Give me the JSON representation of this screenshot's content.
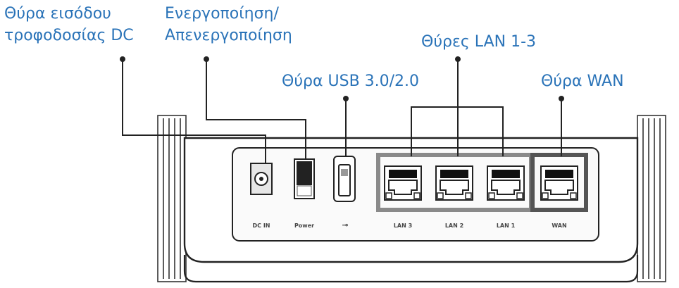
{
  "callouts": {
    "dc_power_input": {
      "line1": "Θύρα εισόδου",
      "line2": "τροφοδοσίας DC"
    },
    "power_switch": {
      "line1": "Ενεργοποίηση/",
      "line2": "Απενεργοποίηση"
    },
    "lan_ports": {
      "text": "Θύρες LAN 1-3"
    },
    "usb_port": {
      "text": "Θύρα USB 3.0/2.0"
    },
    "wan_port": {
      "text": "Θύρα WAN"
    }
  },
  "port_labels": {
    "dc_in": "DC IN",
    "power": "Power",
    "usb_symbol": "⊸",
    "lan3": "LAN 3",
    "lan2": "LAN 2",
    "lan1": "LAN 1",
    "wan": "WAN"
  },
  "colors": {
    "callout_text": "#2a73b8",
    "leader_line": "#222222",
    "lan_frame": "#8a8a8a",
    "wan_frame": "#555555"
  }
}
